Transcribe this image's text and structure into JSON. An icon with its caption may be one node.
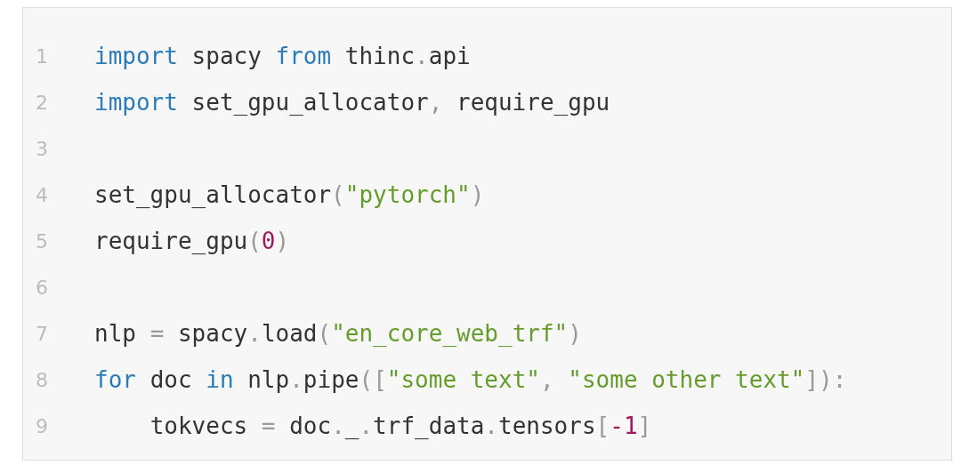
{
  "diagram": {
    "labels": [
      "1",
      "import spacy from thinc.api",
      "2",
      "import set_gpu_allocator, require_gpu",
      "3",
      "4",
      "set_gpu_allocator(\"pytorch\")",
      "5",
      "require_gpu(0)",
      "6",
      "7",
      "nlp = spacy.load(\"en_core_web_trf\")",
      "8",
      "for doc in nlp.pipe([\"some text\", \"some other text\"]):",
      "9",
      "    tokvecs = doc._.trf_data.tensors[-1]"
    ]
  }
}
